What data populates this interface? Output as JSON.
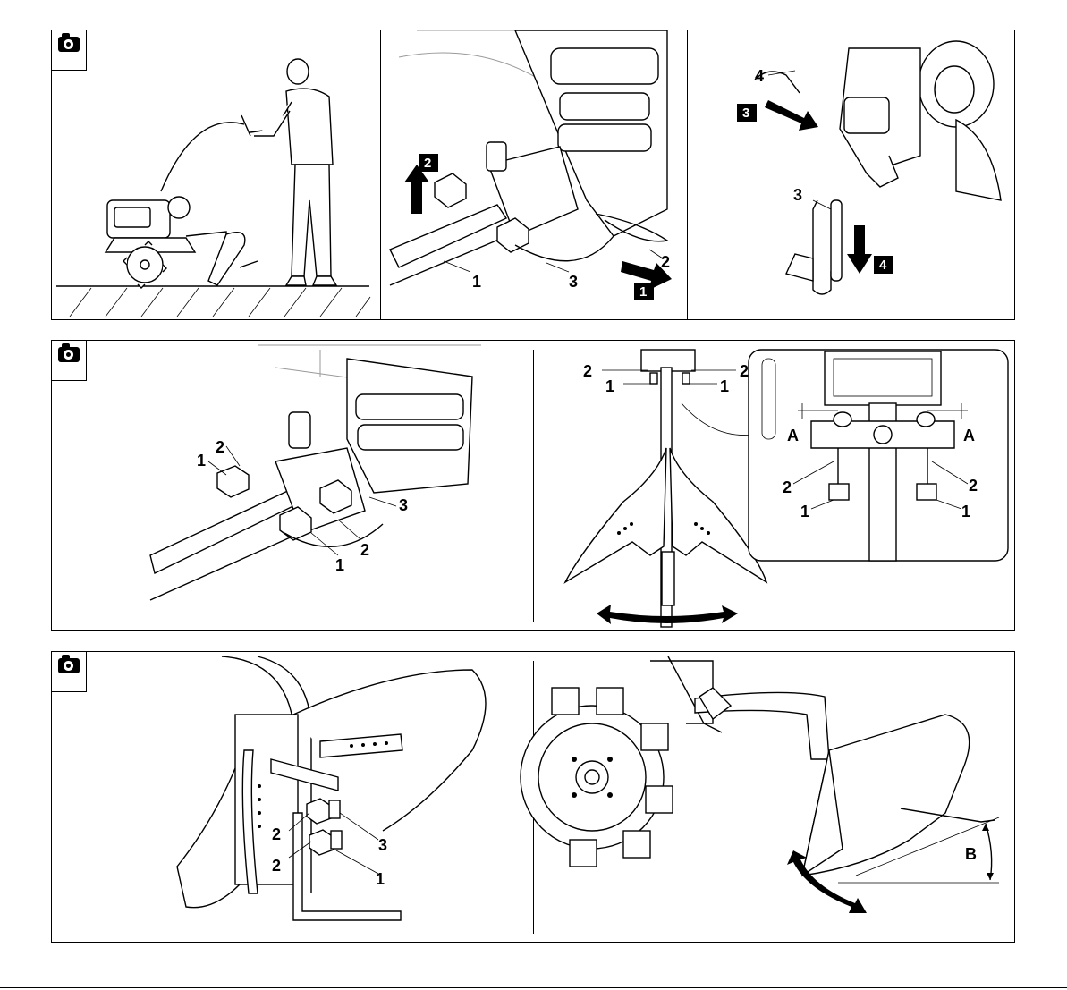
{
  "panel1": {
    "fig_b": {
      "labels": [
        "1",
        "2",
        "3"
      ],
      "steps": [
        "1",
        "2"
      ]
    },
    "fig_c": {
      "labels": [
        "3",
        "4"
      ],
      "steps": [
        "3",
        "4"
      ]
    }
  },
  "panel2": {
    "fig_a": {
      "labels": [
        "1",
        "2",
        "1",
        "2",
        "3"
      ]
    },
    "fig_b": {
      "labels": [
        "2",
        "2",
        "1",
        "1"
      ]
    },
    "detail": {
      "labels": [
        "A",
        "A",
        "2",
        "2",
        "1",
        "1"
      ]
    }
  },
  "panel3": {
    "fig_a": {
      "labels": [
        "2",
        "2",
        "3",
        "1"
      ]
    },
    "fig_b": {
      "labels": [
        "B"
      ]
    }
  },
  "icons": [
    "camera-icon"
  ]
}
